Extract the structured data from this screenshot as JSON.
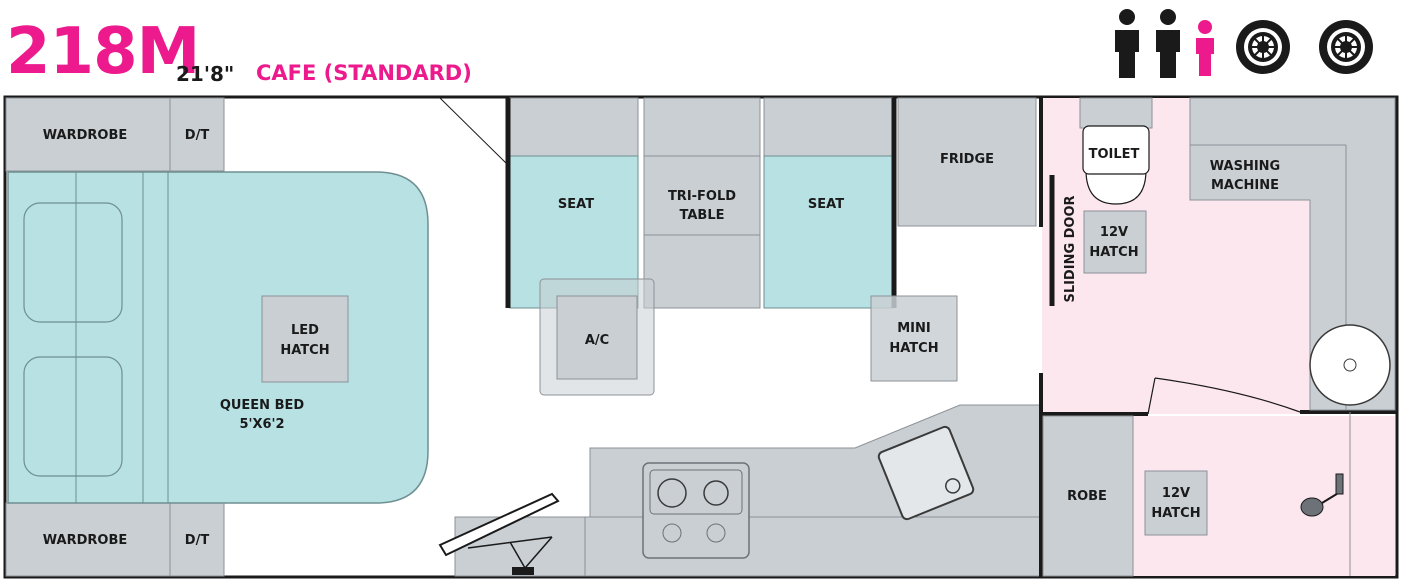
{
  "header": {
    "model": "218M",
    "length": "21'8\"",
    "layout_name": "CAFE (STANDARD)"
  },
  "icons": {
    "adults": 2,
    "children": 1,
    "wheels": 2,
    "adult_color": "#1a1a1a",
    "child_color": "#ec1a8c"
  },
  "colors": {
    "accent": "#ec1a8c",
    "cabinet": "#c9cfd3",
    "bed": "#b7e1e3",
    "bathroom": "#fde7ef",
    "wall": "#1a1a1a"
  },
  "labels": {
    "wardrobe_top": "WARDROBE",
    "dt_top": "D/T",
    "wardrobe_bottom": "WARDROBE",
    "dt_bottom": "D/T",
    "led_hatch_1": "LED",
    "led_hatch_2": "HATCH",
    "queen_bed_1": "QUEEN BED",
    "queen_bed_2": "5'X6'2",
    "seat_left": "SEAT",
    "trifold_1": "TRI-FOLD",
    "trifold_2": "TABLE",
    "seat_right": "SEAT",
    "ac": "A/C",
    "mini_hatch_1": "MINI",
    "mini_hatch_2": "HATCH",
    "fridge": "FRIDGE",
    "sliding_door": "SLIDING DOOR",
    "toilet": "TOILET",
    "hatch_12v_top_1": "12V",
    "hatch_12v_top_2": "HATCH",
    "washing_1": "WASHING",
    "washing_2": "MACHINE",
    "robe": "ROBE",
    "hatch_12v_bottom_1": "12V",
    "hatch_12v_bottom_2": "HATCH"
  }
}
